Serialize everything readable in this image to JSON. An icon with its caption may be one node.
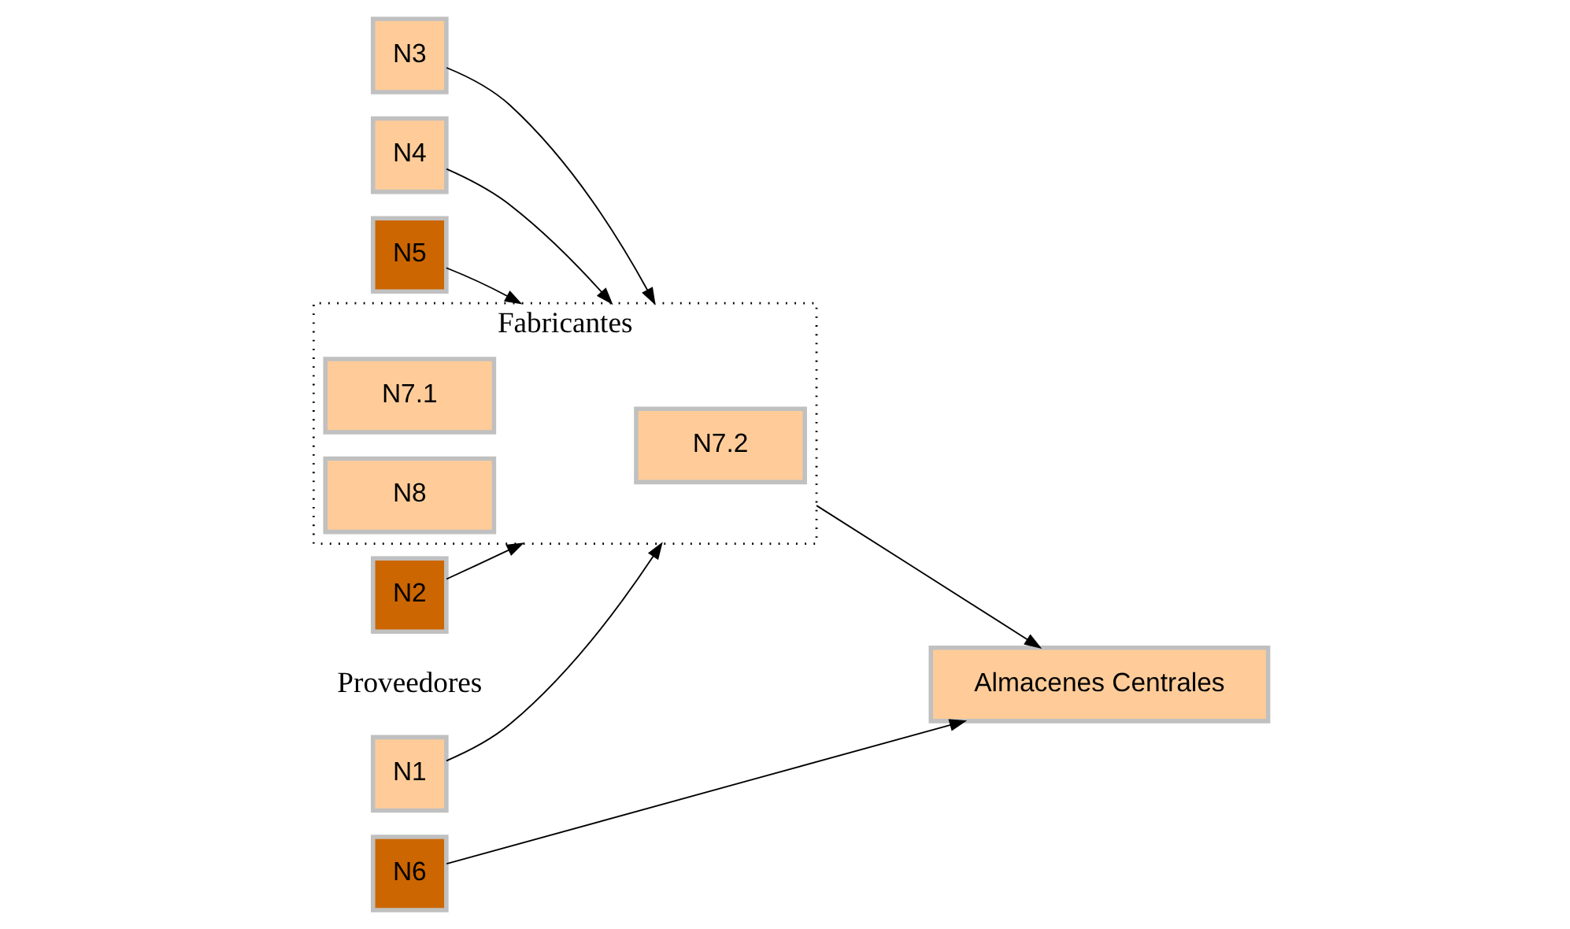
{
  "diagram": {
    "nodes": [
      {
        "text": [
          "N1"
        ]
      },
      {
        "text": [
          "N2"
        ]
      },
      {
        "text": [
          "N3"
        ]
      },
      {
        "text": [
          "N4"
        ]
      },
      {
        "text": [
          "N5"
        ]
      },
      {
        "text": [
          "N6"
        ]
      },
      {
        "text": [
          "Fabricantes"
        ]
      },
      {
        "text": [
          "N7.1"
        ],
        "in": 6
      },
      {
        "text": [
          "N7.2"
        ],
        "in": 6
      },
      {
        "text": [
          "N8"
        ],
        "in": 6
      },
      {
        "text": [
          "Almacenes Centrales"
        ]
      }
    ],
    "edges": [
      {
        "from": 0,
        "to": 6,
        "arrow": "to"
      },
      {
        "from": 1,
        "to": 6,
        "arrow": "to"
      },
      {
        "from": 2,
        "to": 6,
        "arrow": "to"
      },
      {
        "from": 3,
        "to": 6,
        "arrow": "to"
      },
      {
        "from": 4,
        "to": 6,
        "arrow": "to"
      },
      {
        "from": 6,
        "to": 10,
        "arrow": "to"
      },
      {
        "from": 5,
        "to": 10,
        "arrow": "to"
      }
    ],
    "labels": [
      "Proveedores"
    ]
  }
}
